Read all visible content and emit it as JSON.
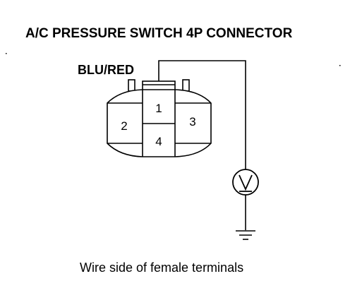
{
  "diagram": {
    "title": "A/C PRESSURE SWITCH 4P CONNECTOR",
    "wire_color_label": "BLU/RED",
    "caption": "Wire side of female terminals",
    "meter_symbol": "voltmeter-icon",
    "ground_symbol": "ground-icon",
    "pins": [
      {
        "number": "1"
      },
      {
        "number": "2"
      },
      {
        "number": "3"
      },
      {
        "number": "4"
      }
    ]
  }
}
